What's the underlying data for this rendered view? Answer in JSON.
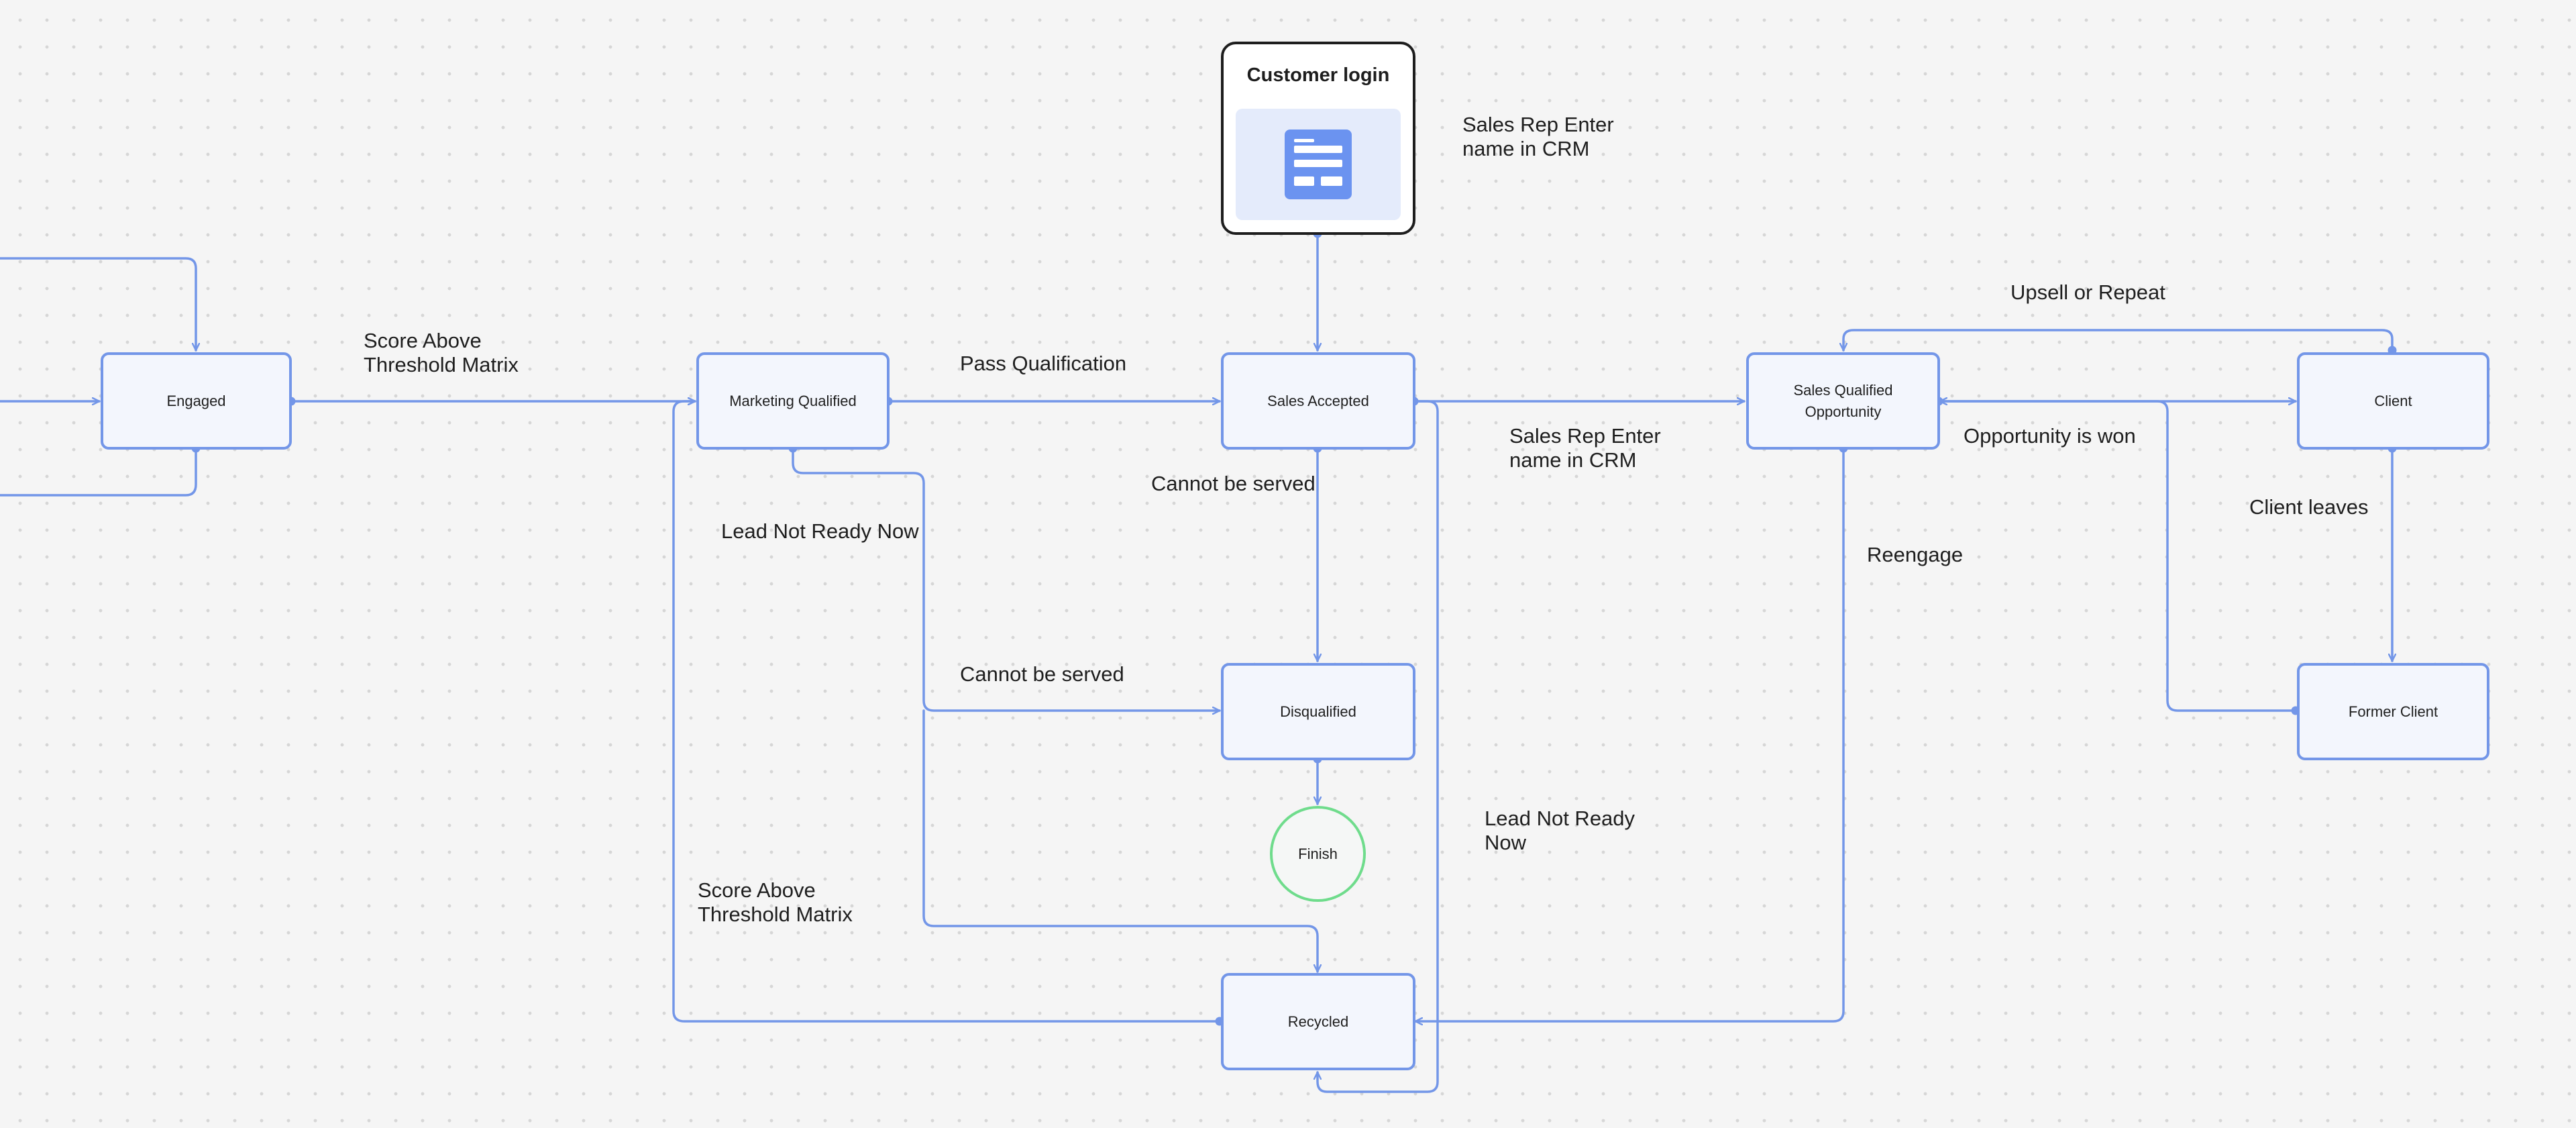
{
  "colors": {
    "canvas": "#f5f5f5",
    "edge": "#7396e8",
    "node_fill": "#f3f6fd",
    "node_border": "#7396e8",
    "finish_border": "#6fdc8c",
    "card_border": "#1e1e1e"
  },
  "card": {
    "title": "Customer login",
    "icon": "form-document-icon"
  },
  "nodes": {
    "engaged": "Engaged",
    "marketing_qualified": "Marketing Qualified",
    "sales_accepted": "Sales Accepted",
    "sales_qualified_opportunity": "Sales Qualified\nOpportunity",
    "client": "Client",
    "disqualified": "Disqualified",
    "finish": "Finish",
    "former_client": "Former Client",
    "recycled": "Recycled"
  },
  "labels": {
    "score_above_top": "Score Above\nThreshold Matrix",
    "pass_qualification": "Pass Qualification",
    "sales_rep_top": "Sales Rep Enter\nname in CRM",
    "upsell_or_repeat": "Upsell or Repeat",
    "sales_rep_middle": "Sales Rep Enter\nname in CRM",
    "opportunity_is_won": "Opportunity is won",
    "cannot_be_served_top": "Cannot be served",
    "lead_not_ready_left": "Lead Not Ready Now",
    "client_leaves": "Client leaves",
    "reengage": "Reengage",
    "cannot_be_served_mid": "Cannot be served",
    "lead_not_ready_right": "Lead Not Ready\nNow",
    "score_above_bottom": "Score Above\nThreshold Matrix"
  }
}
